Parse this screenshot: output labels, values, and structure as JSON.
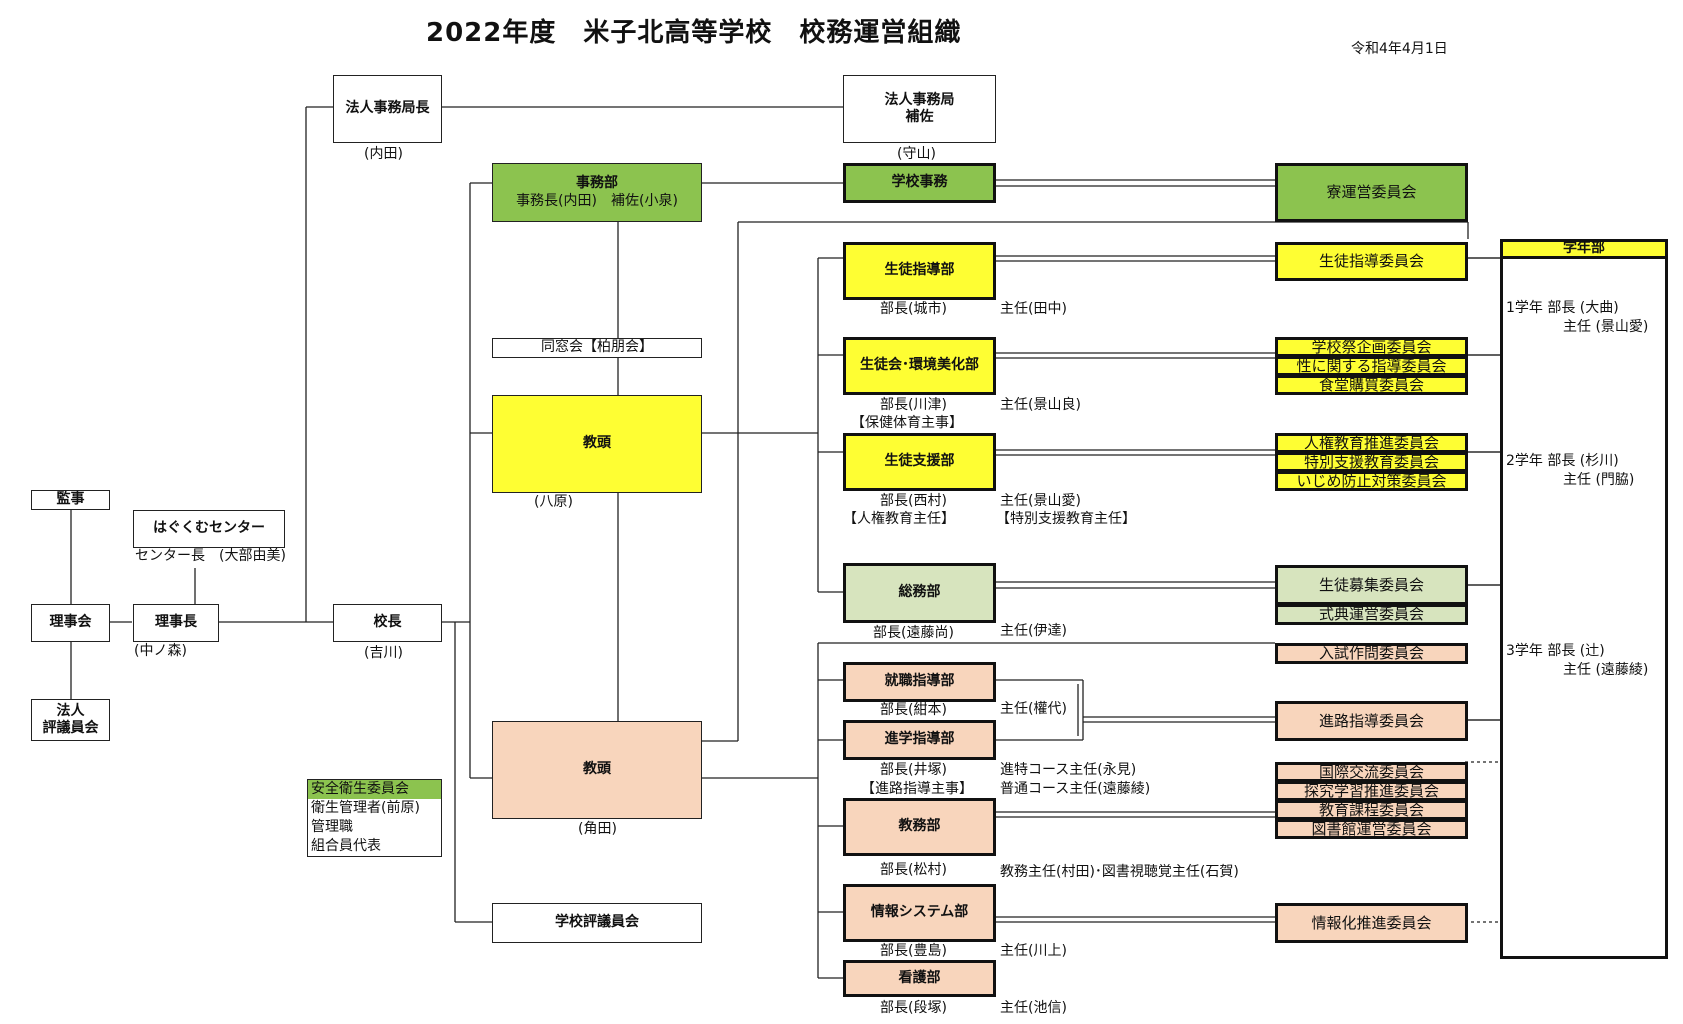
{
  "header": {
    "title": "2022年度　米子北高等学校　校務運営組織",
    "date": "令和4年4月1日"
  },
  "left": {
    "kanji": "監事",
    "rijikai": "理事会",
    "hyogiinkai": "法人\n評議員会",
    "hagukumu": "はぐくむセンター",
    "center_chief": "センター長　(大部由美)",
    "rijicho": "理事長",
    "rijicho_name": "(中ノ森)",
    "kocho": "校長",
    "kocho_name": "(吉川)",
    "hojin_director": "法人事務局長",
    "hojin_director_name": "(内田)",
    "hojin_assist": "法人事務局\n補佐",
    "hojin_assist_name": "(守山)"
  },
  "center": {
    "jimubu_title": "事務部",
    "jimubu_sub": "事務長(内田)　補佐(小泉)",
    "dosokai": "同窓会【柏朋会】",
    "kyoto1": "教頭",
    "kyoto1_name": "(八原)",
    "kyoto2": "教頭",
    "kyoto2_name": "(角田)",
    "hyogiin": "学校評議員会",
    "safety": [
      "安全衛生委員会",
      "衛生管理者(前原)",
      "管理職",
      "組合員代表"
    ]
  },
  "departments": {
    "gakkojimu": "学校事務",
    "seito_shido": "生徒指導部",
    "seito_shido_chief": "部長(城市)",
    "seito_shido_lead": "主任(田中)",
    "seitokai": "生徒会･環境美化部",
    "seitokai_chief": "部長(川津)",
    "seitokai_sub": "【保健体育主事】",
    "seitokai_lead": "主任(景山良)",
    "shien": "生徒支援部",
    "shien_chief": "部長(西村)",
    "shien_sub": "【人権教育主任】",
    "shien_lead": "主任(景山愛)",
    "shien_lead_sub": "【特別支援教育主任】",
    "somu": "総務部",
    "somu_chief": "部長(遠藤尚)",
    "somu_lead": "主任(伊達)",
    "shushoku": "就職指導部",
    "shushoku_chief": "部長(紺本)",
    "shushoku_lead": "主任(權代)",
    "shingaku": "進学指導部",
    "shingaku_chief": "部長(井塚)",
    "shingaku_sub": "【進路指導主事】",
    "shingaku_lead1": "進特コース主任(永見)",
    "shingaku_lead2": "普通コース主任(遠藤綾)",
    "kyomu": "教務部",
    "kyomu_chief": "部長(松村)",
    "kyomu_lead": "教務主任(村田)･図書視聴覚主任(石賀)",
    "joho": "情報システム部",
    "joho_chief": "部長(豊島)",
    "joho_lead": "主任(川上)",
    "kango": "看護部",
    "kango_chief": "部長(段塚)",
    "kango_lead": "主任(池信)"
  },
  "committees": {
    "ryo": "寮運営委員会",
    "seito_shido": "生徒指導委員会",
    "gakkosai": "学校祭企画委員会",
    "sei": "性に関する指導委員会",
    "shokudo": "食堂購買委員会",
    "jinken": "人権教育推進委員会",
    "tokubetsu": "特別支援教育委員会",
    "ijime": "いじめ防止対策委員会",
    "boshu": "生徒募集委員会",
    "shikiten": "式典運営委員会",
    "nyushi": "入試作問委員会",
    "shinro": "進路指導委員会",
    "kokusai": "国際交流委員会",
    "tankyu": "探究学習推進委員会",
    "kyoiku_katei": "教育課程委員会",
    "toshokan": "図書館運営委員会",
    "johoka": "情報化推進委員会"
  },
  "gakunen": {
    "title": "学年部",
    "g1_head": "1学年 部長 (大曲)",
    "g1_lead": "主任 (景山愛)",
    "g2_head": "2学年 部長 (杉川)",
    "g2_lead": "主任 (門脇)",
    "g3_head": "3学年 部長 (辻)",
    "g3_lead": "主任 (遠藤綾)"
  },
  "colors": {
    "green": "#8cc34f",
    "light_green": "#d7e4be",
    "yellow": "#fefe33",
    "peach": "#f8d5bc"
  }
}
